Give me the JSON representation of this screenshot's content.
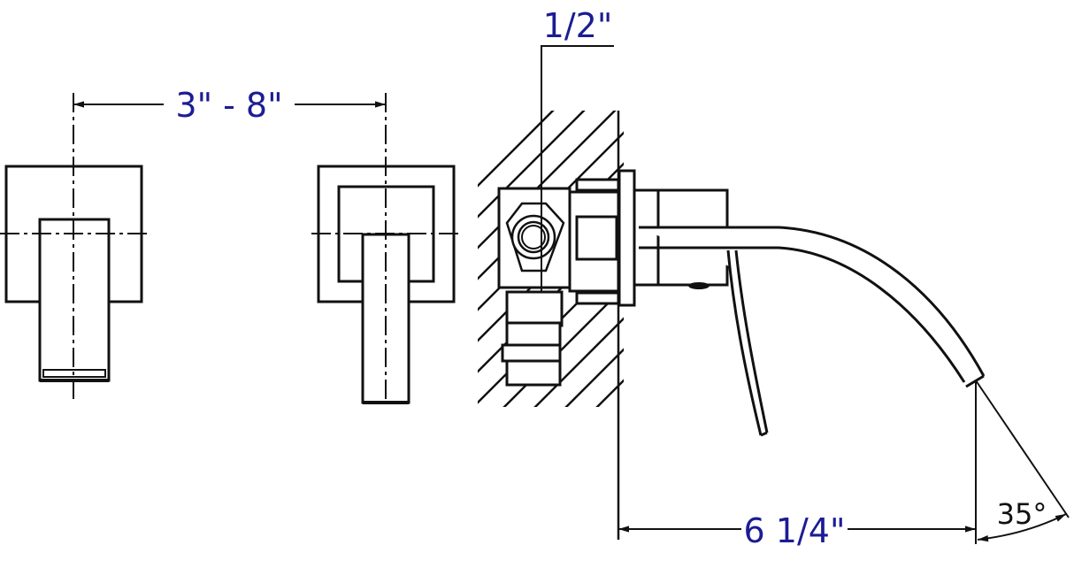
{
  "diagram": {
    "type": "technical-drawing",
    "subject": "wall-mounted faucet with separate handles",
    "colors": {
      "line": "#111111",
      "dimension_text": "#1c1c94",
      "angle_text": "#111111",
      "background": "#ffffff"
    },
    "dimensions": {
      "handle_spread": "3\" - 8\"",
      "pipe_size": "1/2\"",
      "spout_reach": "6 1/4\"",
      "spout_angle": "35°"
    },
    "views": [
      {
        "name": "left-handle-front-view"
      },
      {
        "name": "right-handle-front-view"
      },
      {
        "name": "spout-side-view"
      }
    ]
  }
}
